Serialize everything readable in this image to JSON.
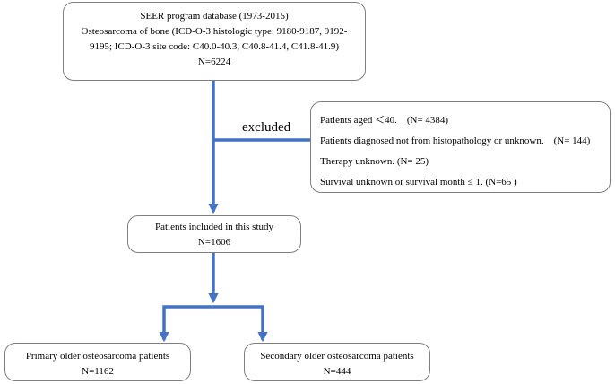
{
  "top_box": {
    "title": "SEER program database (1973-2015)",
    "criteria": "Osteosarcoma of bone (ICD-O-3 histologic type: 9180-9187, 9192-9195; ICD-O-3 site code: C40.0-40.3, C40.8-41.4, C41.8-41.9)",
    "count": "N=6224"
  },
  "excluded_label": "excluded",
  "exclusion_box": {
    "items": [
      "Patients aged ＜40.　(N= 4384)",
      "Patients diagnosed not from histopathology or unknown.　(N= 144)",
      "Therapy unknown. (N= 25)",
      "Survival unknown or survival month ≤ 1. (N=65 )"
    ]
  },
  "included_box": {
    "title": "Patients included in this study",
    "count": "N=1606"
  },
  "primary_box": {
    "title": "Primary older osteosarcoma patients",
    "count": "N=1162"
  },
  "secondary_box": {
    "title": "Secondary older osteosarcoma patients",
    "count": "N=444"
  },
  "colors": {
    "arrow": "#4472c4",
    "box_border": "#7f7f7f"
  }
}
